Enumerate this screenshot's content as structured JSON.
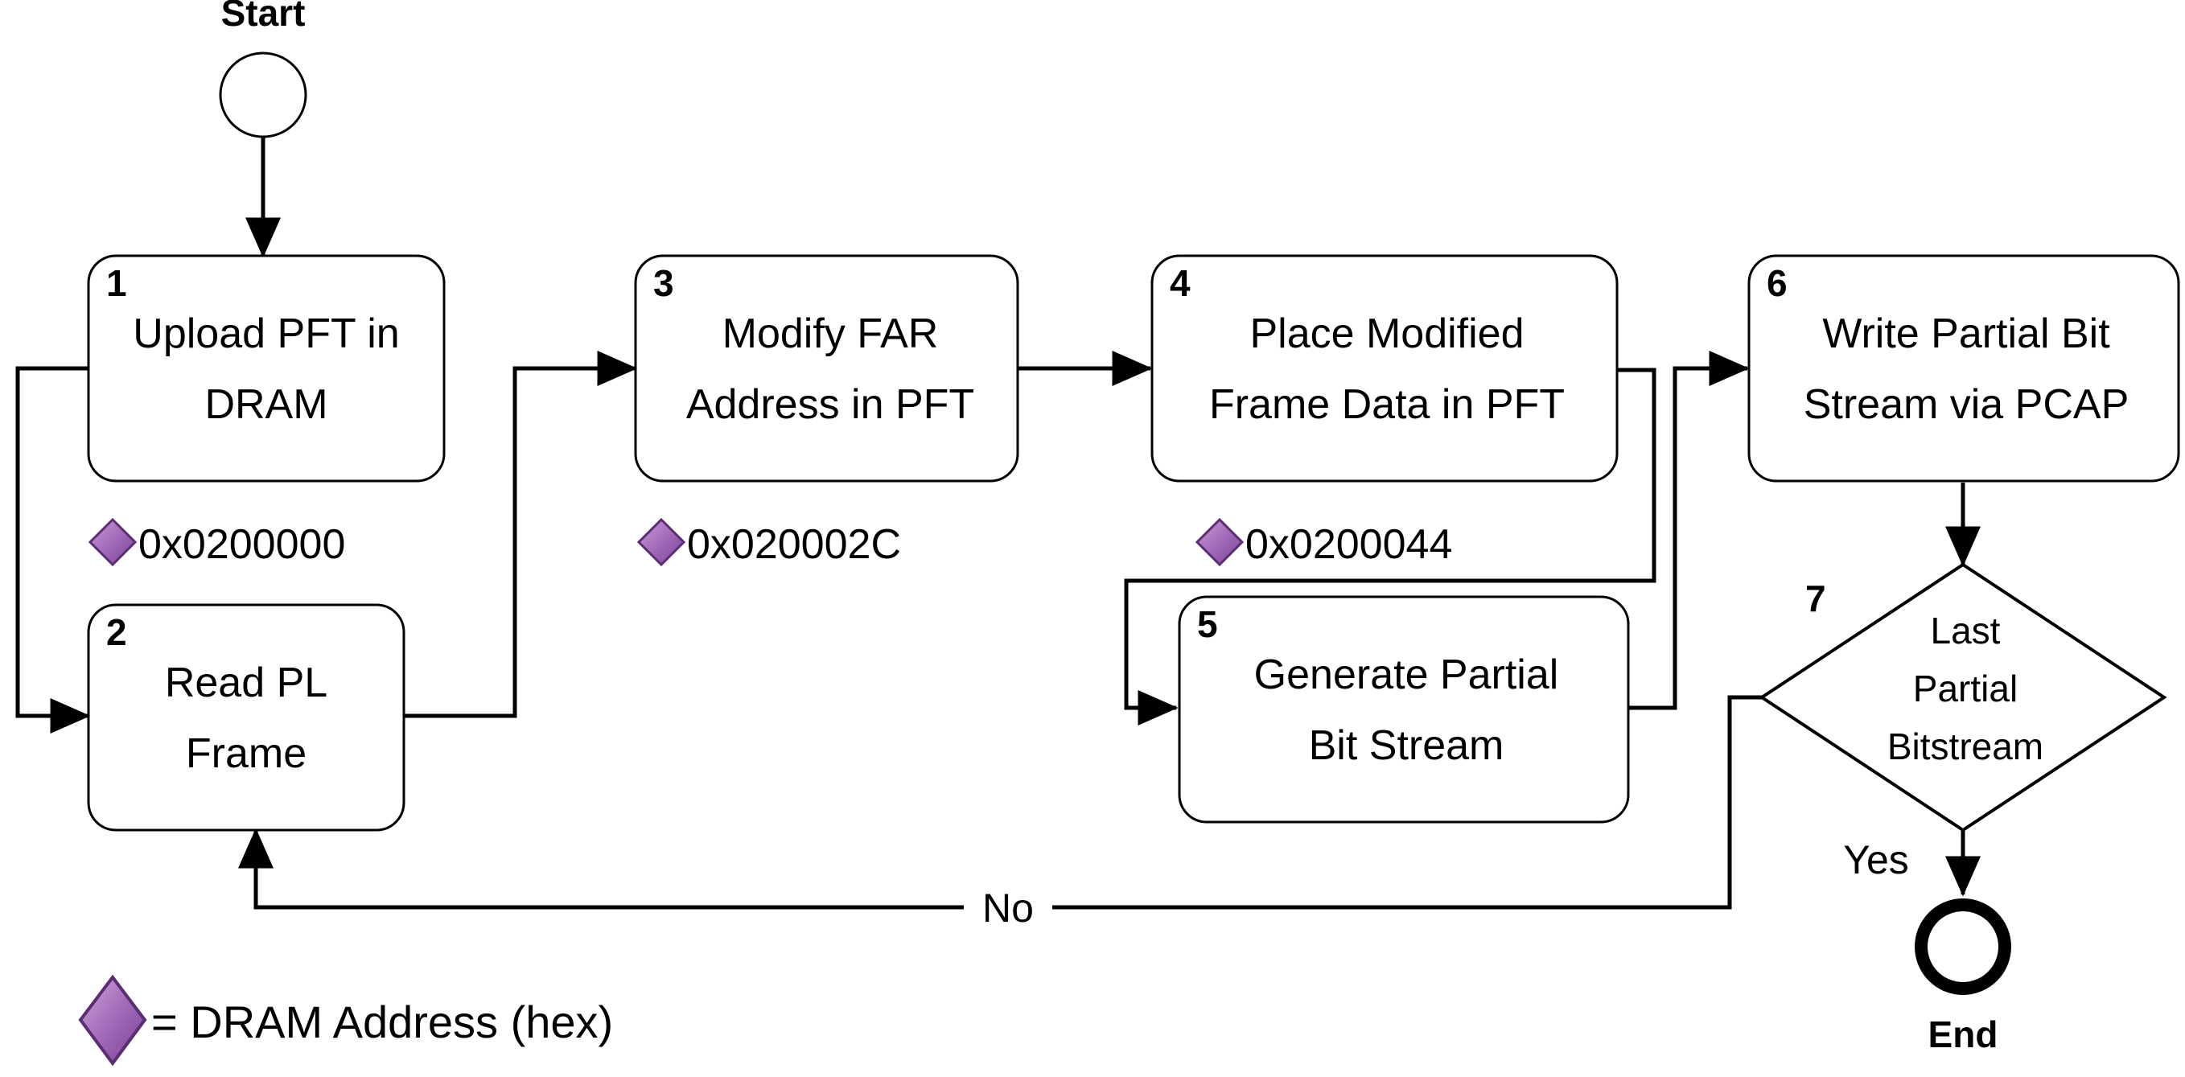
{
  "diagram": {
    "type": "flowchart",
    "background_color": "#ffffff",
    "line_color": "#000000",
    "accent_color": "#8e4f9e"
  },
  "terminals": {
    "start": {
      "caption": "Start",
      "shape": "circle"
    },
    "end": {
      "caption": "End",
      "shape": "thick-circle"
    }
  },
  "nodes": [
    {
      "number": "1",
      "line1": "Upload PFT in",
      "line2": "DRAM"
    },
    {
      "number": "2",
      "line1": "Read PL",
      "line2": "Frame"
    },
    {
      "number": "3",
      "line1": "Modify FAR",
      "line2": "Address in PFT"
    },
    {
      "number": "4",
      "line1": "Place Modified",
      "line2": "Frame Data in PFT"
    },
    {
      "number": "5",
      "line1": "Generate Partial",
      "line2": "Bit Stream"
    },
    {
      "number": "6",
      "line1": "Write Partial Bit",
      "line2": "Stream via PCAP"
    }
  ],
  "decision": {
    "number": "7",
    "line1": "Last",
    "line2": "Partial",
    "line3": "Bitstream"
  },
  "edge_labels": {
    "yes": "Yes",
    "no": "No"
  },
  "addresses": [
    {
      "value": "0x0200000",
      "marker": "purple-diamond-icon"
    },
    {
      "value": "0x020002C",
      "marker": "purple-diamond-icon"
    },
    {
      "value": "0x0200044",
      "marker": "purple-diamond-icon"
    }
  ],
  "legend": {
    "marker": "purple-diamond-icon",
    "text": "= DRAM Address (hex)",
    "diamond_gradient": {
      "light": "#c79dd4",
      "mid": "#a06bb5",
      "dark": "#7b3f96",
      "outline": "#5b2d73"
    }
  }
}
